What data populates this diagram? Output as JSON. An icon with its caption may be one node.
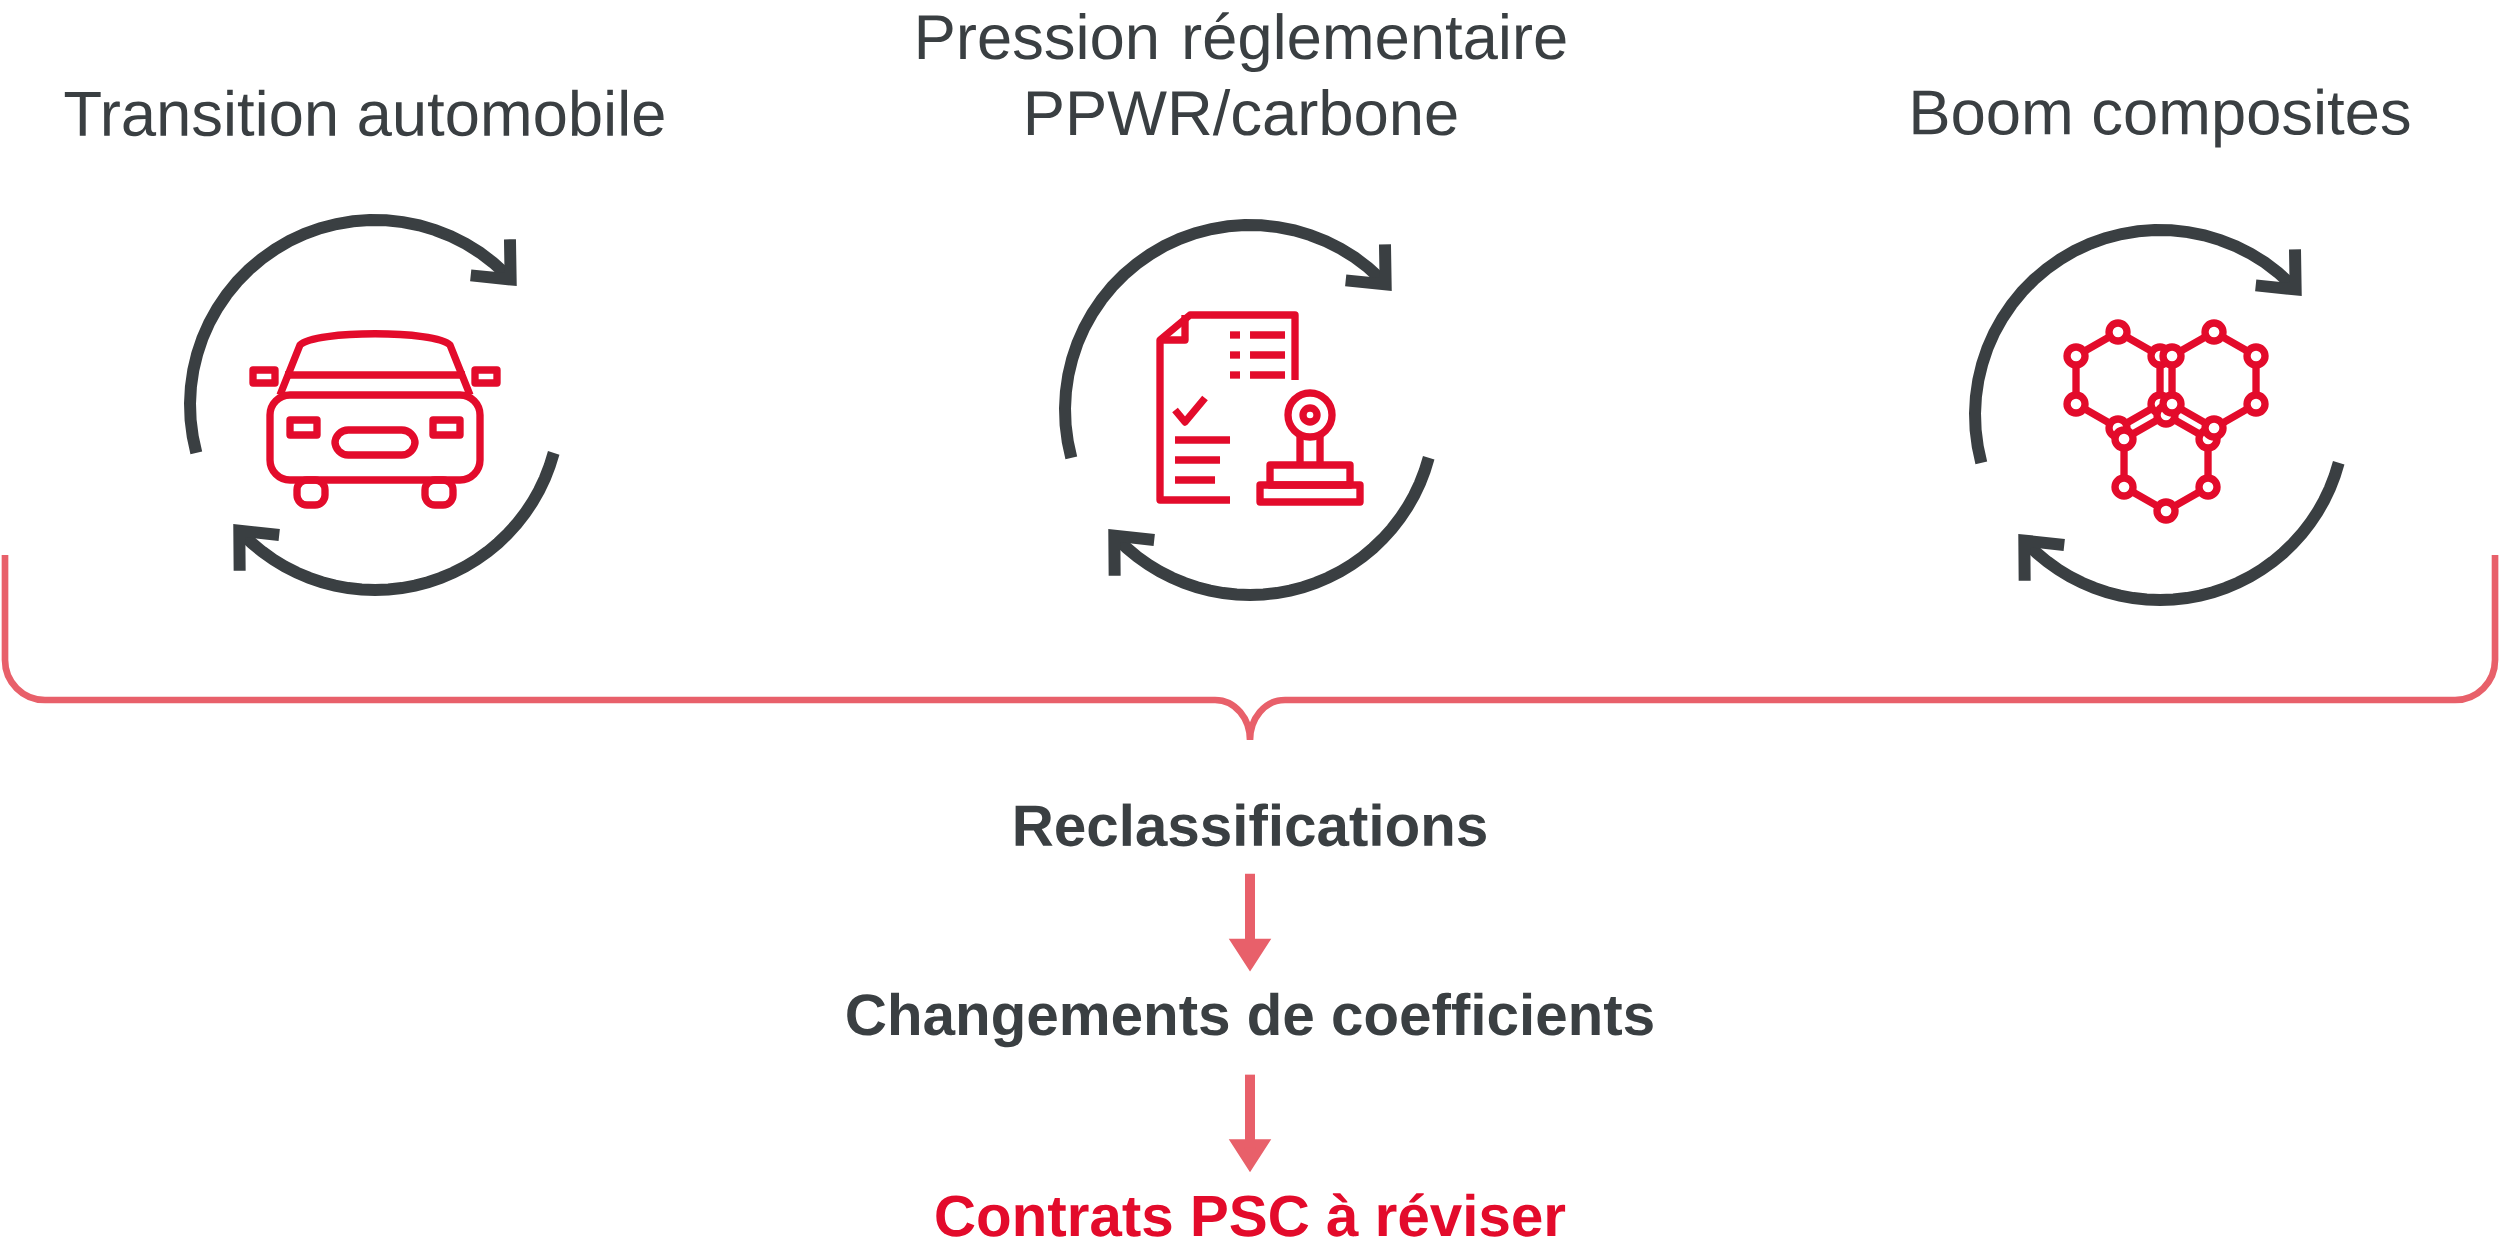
{
  "diagram": {
    "nodes": [
      {
        "text": [
          "Transition automobile"
        ]
      },
      {
        "text": [
          "Pression réglementaire PPWR/carbone"
        ]
      },
      {
        "text": [
          "Boom composites"
        ]
      },
      {
        "text": [
          "Reclassifications"
        ]
      },
      {
        "text": [
          "Changements de coefficients"
        ]
      },
      {
        "text": [
          "Contrats PSC à réviser"
        ]
      }
    ],
    "edges": [
      {
        "from": 3,
        "to": 4,
        "arrow": "to"
      },
      {
        "from": 4,
        "to": 5,
        "arrow": "to"
      }
    ]
  }
}
